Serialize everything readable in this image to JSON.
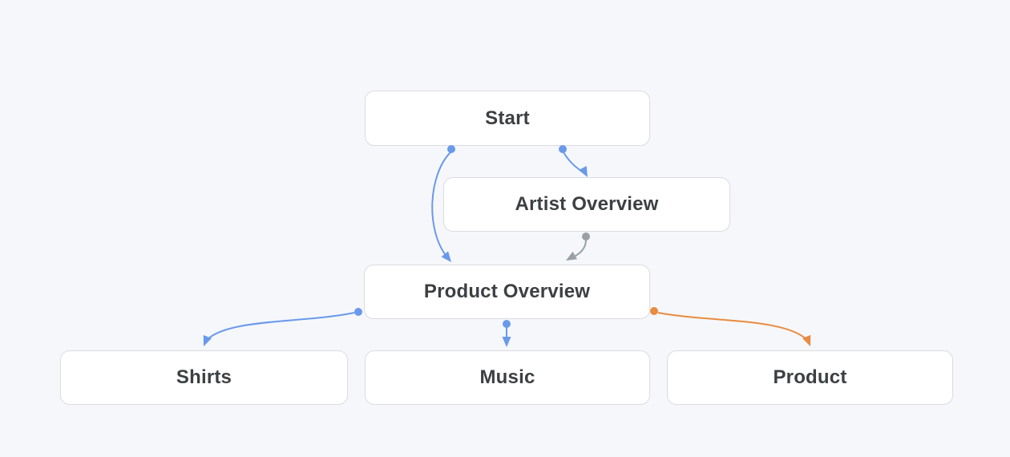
{
  "diagram": {
    "background": "#f5f7fa",
    "node_background": "#ffffff",
    "node_border": "#dadce0",
    "node_text_color": "#3c4043"
  },
  "nodes": [
    {
      "id": "start",
      "label": "Start"
    },
    {
      "id": "artist-overview",
      "label": "Artist Overview"
    },
    {
      "id": "product-overview",
      "label": "Product Overview"
    },
    {
      "id": "shirts",
      "label": "Shirts"
    },
    {
      "id": "music",
      "label": "Music"
    },
    {
      "id": "product",
      "label": "Product"
    }
  ],
  "edges": [
    {
      "from": "Start",
      "to": "Artist Overview",
      "color": "#6a99eb"
    },
    {
      "from": "Start",
      "to": "Product Overview",
      "color": "#6a99eb"
    },
    {
      "from": "Artist Overview",
      "to": "Product Overview",
      "color": "#9aa0a6"
    },
    {
      "from": "Product Overview",
      "to": "Shirts",
      "color": "#6a99eb"
    },
    {
      "from": "Product Overview",
      "to": "Music",
      "color": "#6a99eb"
    },
    {
      "from": "Product Overview",
      "to": "Product",
      "color": "#e98b40"
    }
  ]
}
